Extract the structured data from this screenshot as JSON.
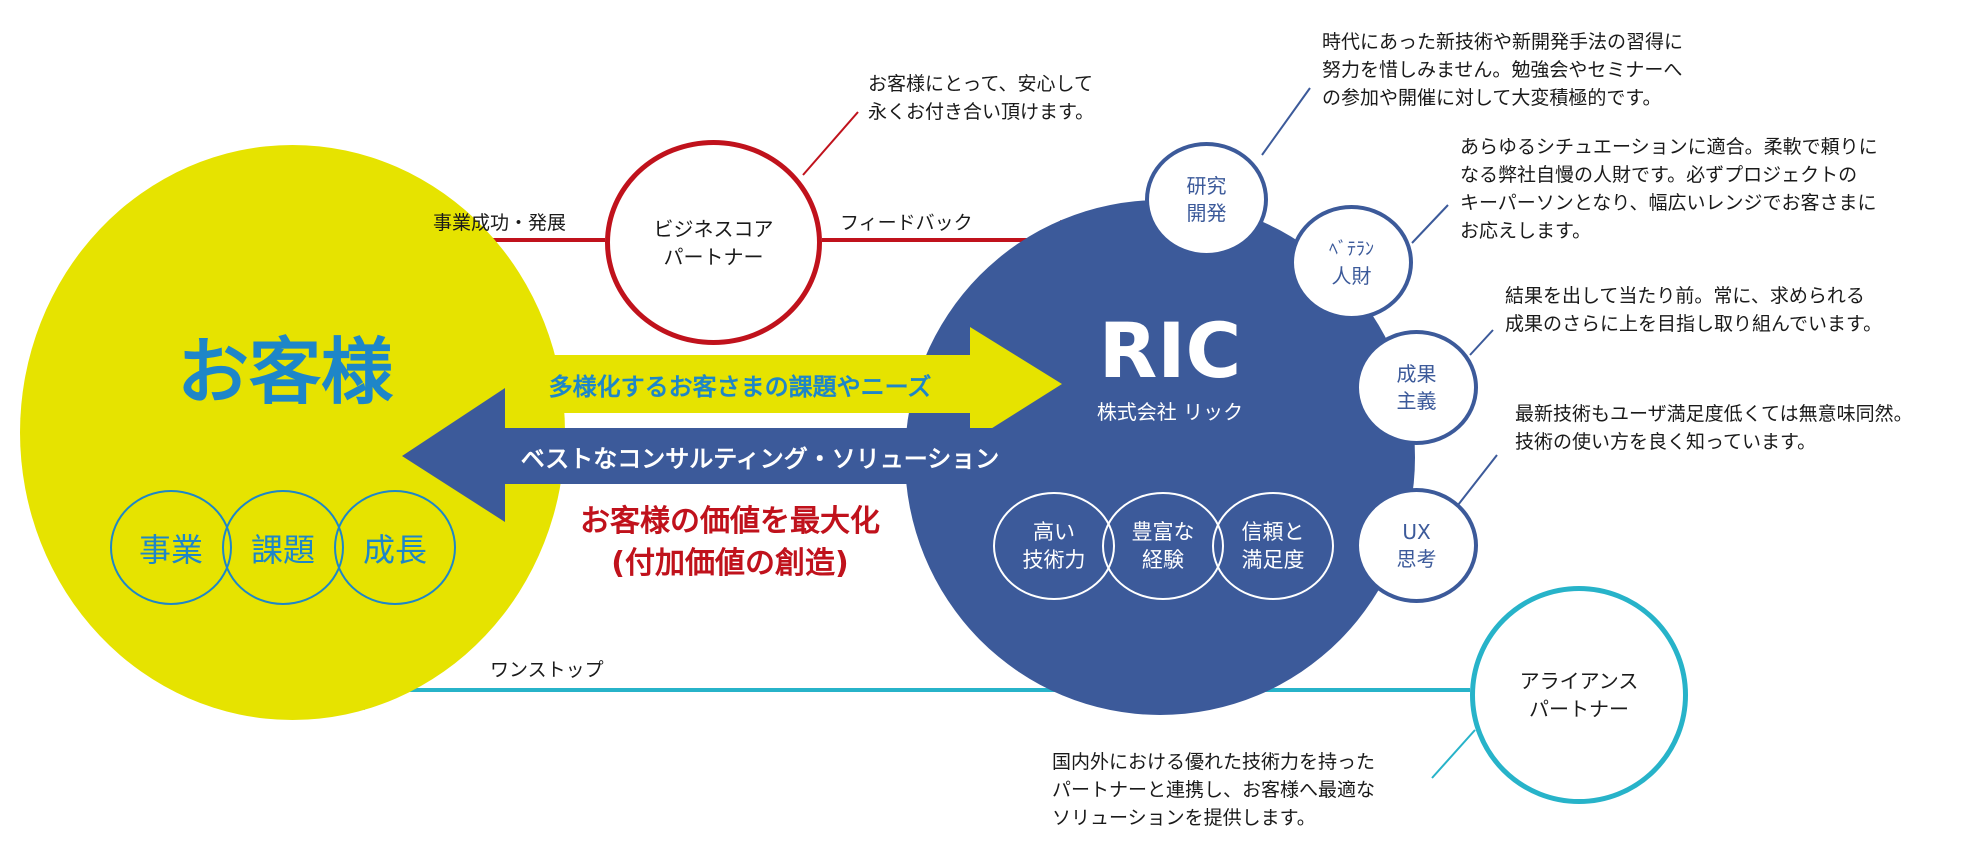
{
  "customer": {
    "title": "お客様",
    "circles": [
      "事業",
      "課題",
      "成長"
    ]
  },
  "ric": {
    "name": "RIC",
    "company": "株式会社 リック",
    "strengths": [
      {
        "line1": "高い",
        "line2": "技術力"
      },
      {
        "line1": "豊富な",
        "line2": "経験"
      },
      {
        "line1": "信頼と",
        "line2": "満足度"
      }
    ]
  },
  "business_partner": {
    "line1": "ビジネスコア",
    "line2": "パートナー",
    "note": [
      "お客様にとって、安心して",
      "永くお付き合い頂けます。"
    ]
  },
  "arrows": {
    "left_label": "事業成功・発展",
    "right_label": "フィードバック",
    "needs": "多様化するお客さまの課題やニーズ",
    "solution": "ベストなコンサルティング・ソリューション",
    "onestop": "ワンストップ"
  },
  "value": {
    "line1": "お客様の価値を最大化",
    "line2": "(付加価値の創造)"
  },
  "satellites": [
    {
      "line1": "研究",
      "line2": "開発",
      "note": [
        "時代にあった新技術や新開発手法の習得に",
        "努力を惜しみません。勉強会やセミナーへ",
        "の参加や開催に対して大変積極的です。"
      ]
    },
    {
      "line1": "ﾍﾞﾃﾗﾝ",
      "line2": "人財",
      "note": [
        "あらゆるシチュエーションに適合。柔軟で頼りに",
        "なる弊社自慢の人財です。必ずプロジェクトの",
        "キーパーソンとなり、幅広いレンジでお客さまに",
        "お応えします。"
      ]
    },
    {
      "line1": "成果",
      "line2": "主義",
      "note": [
        "結果を出して当たり前。常に、求められる",
        "成果のさらに上を目指し取り組んでいます。"
      ]
    },
    {
      "line1": "UX",
      "line2": "思考",
      "note": [
        "最新技術もユーザ満足度低くては無意味同然。",
        "技術の使い方を良く知っています。"
      ]
    }
  ],
  "alliance": {
    "line1": "アライアンス",
    "line2": "パートナー",
    "note": [
      "国内外における優れた技術力を持った",
      "パートナーと連携し、お客様へ最適な",
      "ソリューションを提供します。"
    ]
  },
  "colors": {
    "yellow": "#e6e300",
    "navy": "#3c5a9a",
    "red": "#c0121c",
    "teal": "#27b3c9",
    "customer_text": "#1e86c8"
  }
}
